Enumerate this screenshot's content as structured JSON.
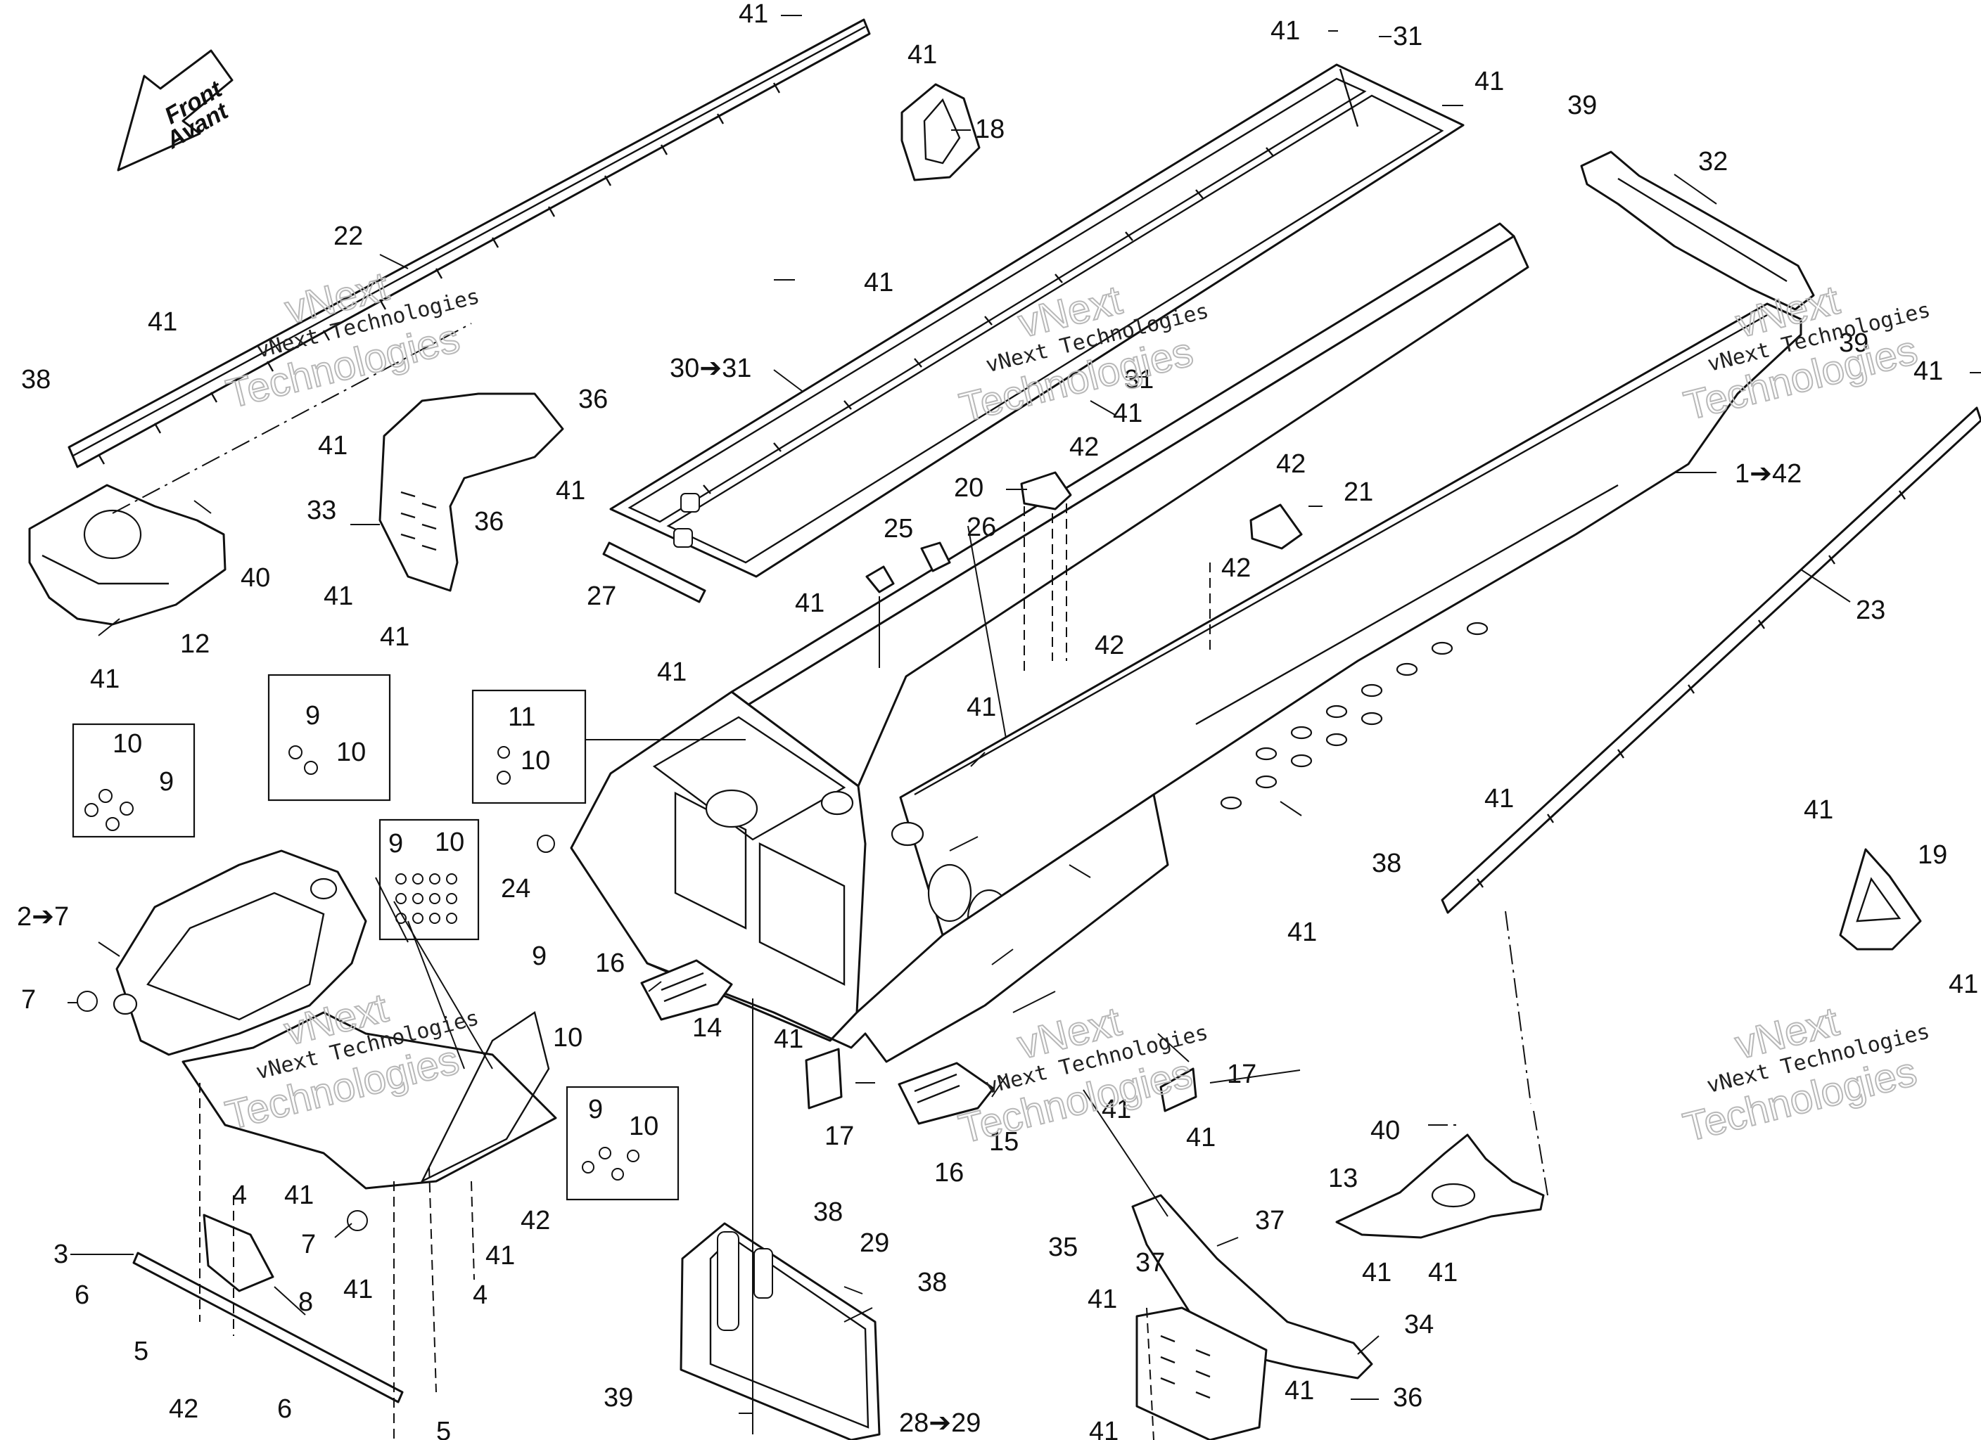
{
  "watermark": {
    "line1": "vNext",
    "line2": "vNext Technologies",
    "line3": "Technologies"
  },
  "front_arrow": {
    "line1": "Front",
    "line2": "Avant"
  },
  "callouts": [
    {
      "id": "c1",
      "text": "41"
    },
    {
      "id": "c2",
      "text": "41"
    },
    {
      "id": "c3",
      "text": "18"
    },
    {
      "id": "c4",
      "text": "41"
    },
    {
      "id": "c5",
      "text": "31"
    },
    {
      "id": "c6",
      "text": "41"
    },
    {
      "id": "c7",
      "text": "39"
    },
    {
      "id": "c8",
      "text": "32"
    },
    {
      "id": "c9",
      "text": "22"
    },
    {
      "id": "c10",
      "text": "41"
    },
    {
      "id": "c11",
      "text": "38"
    },
    {
      "id": "c12",
      "text": "36"
    },
    {
      "id": "c13",
      "text": "41"
    },
    {
      "id": "c14",
      "text": "33"
    },
    {
      "id": "c15",
      "text": "36"
    },
    {
      "id": "c16",
      "text": "41"
    },
    {
      "id": "c17",
      "text": "41"
    },
    {
      "id": "c18",
      "text": "40"
    },
    {
      "id": "c19",
      "text": "12"
    },
    {
      "id": "c20",
      "text": "41"
    },
    {
      "id": "c21",
      "text": "41"
    },
    {
      "id": "c22",
      "text": "30➔31"
    },
    {
      "id": "c23",
      "text": "31"
    },
    {
      "id": "c24",
      "text": "41"
    },
    {
      "id": "c25",
      "text": "42"
    },
    {
      "id": "c26",
      "text": "20"
    },
    {
      "id": "c27",
      "text": "41"
    },
    {
      "id": "c28",
      "text": "25"
    },
    {
      "id": "c29",
      "text": "26"
    },
    {
      "id": "c30",
      "text": "27"
    },
    {
      "id": "c31",
      "text": "41"
    },
    {
      "id": "c32",
      "text": "42"
    },
    {
      "id": "c33",
      "text": "21"
    },
    {
      "id": "c34",
      "text": "42"
    },
    {
      "id": "c35",
      "text": "42"
    },
    {
      "id": "c36",
      "text": "41"
    },
    {
      "id": "c37",
      "text": "41"
    },
    {
      "id": "c38",
      "text": "39"
    },
    {
      "id": "c39",
      "text": "41"
    },
    {
      "id": "c40",
      "text": "1➔42"
    },
    {
      "id": "c41",
      "text": "23"
    },
    {
      "id": "c42",
      "text": "9"
    },
    {
      "id": "c43",
      "text": "10"
    },
    {
      "id": "c44",
      "text": "10"
    },
    {
      "id": "c45",
      "text": "9"
    },
    {
      "id": "c46",
      "text": "11"
    },
    {
      "id": "c47",
      "text": "10"
    },
    {
      "id": "c48",
      "text": "9"
    },
    {
      "id": "c49",
      "text": "10"
    },
    {
      "id": "c50",
      "text": "24"
    },
    {
      "id": "c51",
      "text": "2➔7"
    },
    {
      "id": "c52",
      "text": "7"
    },
    {
      "id": "c53",
      "text": "9"
    },
    {
      "id": "c54",
      "text": "10"
    },
    {
      "id": "c55",
      "text": "16"
    },
    {
      "id": "c56",
      "text": "14"
    },
    {
      "id": "c57",
      "text": "41"
    },
    {
      "id": "c58",
      "text": "17"
    },
    {
      "id": "c59",
      "text": "41"
    },
    {
      "id": "c60",
      "text": "38"
    },
    {
      "id": "c61",
      "text": "41"
    },
    {
      "id": "c62",
      "text": "41"
    },
    {
      "id": "c63",
      "text": "19"
    },
    {
      "id": "c64",
      "text": "41"
    },
    {
      "id": "c65",
      "text": "9"
    },
    {
      "id": "c66",
      "text": "10"
    },
    {
      "id": "c67",
      "text": "17"
    },
    {
      "id": "c68",
      "text": "41"
    },
    {
      "id": "c69",
      "text": "15"
    },
    {
      "id": "c70",
      "text": "16"
    },
    {
      "id": "c71",
      "text": "41"
    },
    {
      "id": "c72",
      "text": "4"
    },
    {
      "id": "c73",
      "text": "41"
    },
    {
      "id": "c74",
      "text": "42"
    },
    {
      "id": "c75",
      "text": "3"
    },
    {
      "id": "c76",
      "text": "8"
    },
    {
      "id": "c77",
      "text": "7"
    },
    {
      "id": "c78",
      "text": "41"
    },
    {
      "id": "c79",
      "text": "41"
    },
    {
      "id": "c80",
      "text": "4"
    },
    {
      "id": "c81",
      "text": "6"
    },
    {
      "id": "c82",
      "text": "5"
    },
    {
      "id": "c83",
      "text": "42"
    },
    {
      "id": "c84",
      "text": "6"
    },
    {
      "id": "c85",
      "text": "5"
    },
    {
      "id": "c86",
      "text": "38"
    },
    {
      "id": "c87",
      "text": "29"
    },
    {
      "id": "c88",
      "text": "38"
    },
    {
      "id": "c89",
      "text": "39"
    },
    {
      "id": "c90",
      "text": "28➔29"
    },
    {
      "id": "c91",
      "text": "35"
    },
    {
      "id": "c92",
      "text": "37"
    },
    {
      "id": "c93",
      "text": "37"
    },
    {
      "id": "c94",
      "text": "41"
    },
    {
      "id": "c95",
      "text": "40"
    },
    {
      "id": "c96",
      "text": "13"
    },
    {
      "id": "c97",
      "text": "41"
    },
    {
      "id": "c98",
      "text": "34"
    },
    {
      "id": "c99",
      "text": "41"
    },
    {
      "id": "c100",
      "text": "36"
    },
    {
      "id": "c101",
      "text": "41"
    },
    {
      "id": "c102",
      "text": "41"
    }
  ]
}
